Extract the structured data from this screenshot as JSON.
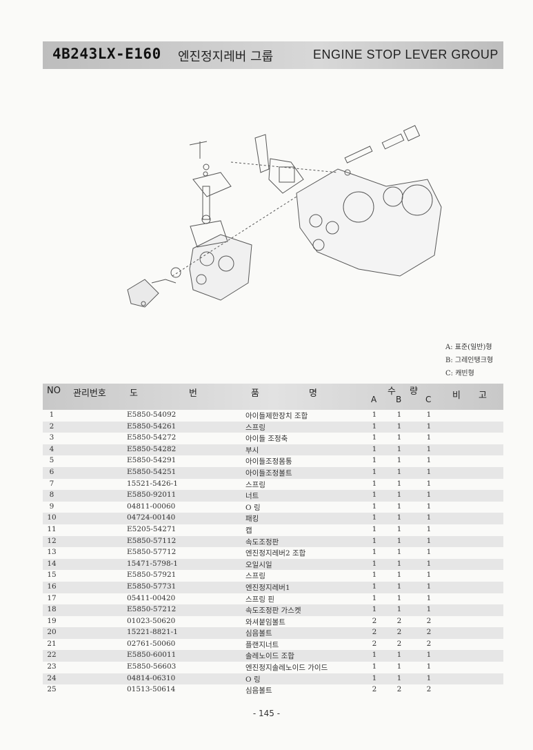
{
  "header": {
    "model": "4B243LX-E160",
    "title_ko": "엔진정지레버 그룹",
    "title_en": "ENGINE STOP LEVER GROUP"
  },
  "legend": {
    "a": "A: 표준(일반)형",
    "b": "B: 그레인탱크형",
    "c": "C: 캐빈형"
  },
  "table": {
    "headers": {
      "no": "NO",
      "mgmt": "관리번호",
      "drawing_1": "도",
      "drawing_2": "번",
      "name_1": "품",
      "name_2": "명",
      "qty_1": "수",
      "qty_2": "량",
      "a": "A",
      "b": "B",
      "c": "C",
      "remarks_1": "비",
      "remarks_2": "고"
    },
    "rows": [
      {
        "no": "1",
        "part": "E5850-54092",
        "name": "아이들제한장치 조합",
        "a": "1",
        "b": "1",
        "c": "1"
      },
      {
        "no": "2",
        "part": "E5850-54261",
        "name": "스프링",
        "a": "1",
        "b": "1",
        "c": "1"
      },
      {
        "no": "3",
        "part": "E5850-54272",
        "name": "아이들 조정축",
        "a": "1",
        "b": "1",
        "c": "1"
      },
      {
        "no": "4",
        "part": "E5850-54282",
        "name": "부시",
        "a": "1",
        "b": "1",
        "c": "1"
      },
      {
        "no": "5",
        "part": "E5850-54291",
        "name": "아이들조정몸통",
        "a": "1",
        "b": "1",
        "c": "1"
      },
      {
        "no": "6",
        "part": "E5850-54251",
        "name": "아이들조정볼트",
        "a": "1",
        "b": "1",
        "c": "1"
      },
      {
        "no": "7",
        "part": "15521-5426-1",
        "name": "스프링",
        "a": "1",
        "b": "1",
        "c": "1"
      },
      {
        "no": "8",
        "part": "E5850-92011",
        "name": "너트",
        "a": "1",
        "b": "1",
        "c": "1"
      },
      {
        "no": "9",
        "part": "04811-00060",
        "name": "O 링",
        "a": "1",
        "b": "1",
        "c": "1"
      },
      {
        "no": "10",
        "part": "04724-00140",
        "name": "패킹",
        "a": "1",
        "b": "1",
        "c": "1"
      },
      {
        "no": "11",
        "part": "E5205-54271",
        "name": "캡",
        "a": "1",
        "b": "1",
        "c": "1"
      },
      {
        "no": "12",
        "part": "E5850-57112",
        "name": "속도조정판",
        "a": "1",
        "b": "1",
        "c": "1"
      },
      {
        "no": "13",
        "part": "E5850-57712",
        "name": "엔진정지레버2 조합",
        "a": "1",
        "b": "1",
        "c": "1"
      },
      {
        "no": "14",
        "part": "15471-5798-1",
        "name": "오일시일",
        "a": "1",
        "b": "1",
        "c": "1"
      },
      {
        "no": "15",
        "part": "E5850-57921",
        "name": "스프링",
        "a": "1",
        "b": "1",
        "c": "1"
      },
      {
        "no": "16",
        "part": "E5850-57731",
        "name": "엔진정지레버1",
        "a": "1",
        "b": "1",
        "c": "1"
      },
      {
        "no": "17",
        "part": "05411-00420",
        "name": "스프링 핀",
        "a": "1",
        "b": "1",
        "c": "1"
      },
      {
        "no": "18",
        "part": "E5850-57212",
        "name": "속도조정판 가스켓",
        "a": "1",
        "b": "1",
        "c": "1"
      },
      {
        "no": "19",
        "part": "01023-50620",
        "name": "와셔붙임볼트",
        "a": "2",
        "b": "2",
        "c": "2"
      },
      {
        "no": "20",
        "part": "15221-8821-1",
        "name": "심음볼트",
        "a": "2",
        "b": "2",
        "c": "2"
      },
      {
        "no": "21",
        "part": "02761-50060",
        "name": "플랜지너트",
        "a": "2",
        "b": "2",
        "c": "2"
      },
      {
        "no": "22",
        "part": "E5850-60011",
        "name": "솔레노이드 조합",
        "a": "1",
        "b": "1",
        "c": "1"
      },
      {
        "no": "23",
        "part": "E5850-56603",
        "name": "엔진정지솔레노이드 가이드",
        "a": "1",
        "b": "1",
        "c": "1"
      },
      {
        "no": "24",
        "part": "04814-06310",
        "name": "O 링",
        "a": "1",
        "b": "1",
        "c": "1"
      },
      {
        "no": "25",
        "part": "01513-50614",
        "name": "심음볼트",
        "a": "2",
        "b": "2",
        "c": "2"
      }
    ]
  },
  "page_number": "- 145 -"
}
